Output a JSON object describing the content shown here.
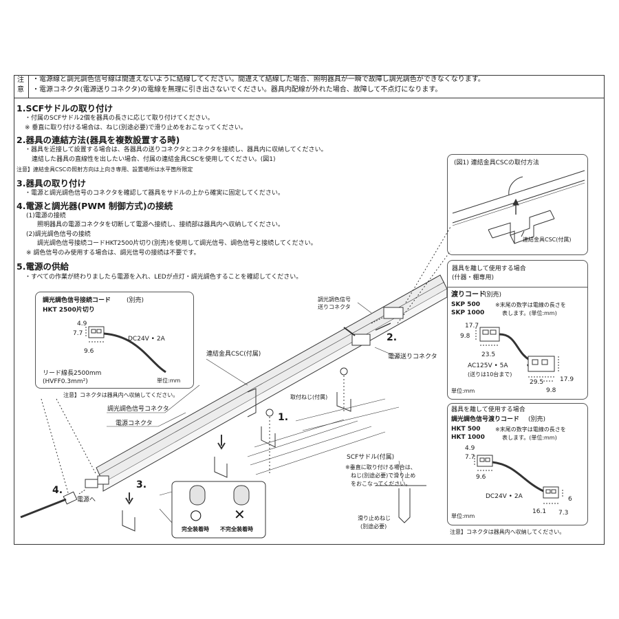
{
  "notes": {
    "label_top": "注",
    "label_bottom": "意",
    "line1": "・電源線と調光調色信号線は間違えないように結線してください。間違えて結線した場合、照明器具が一瞬で故障し調光調色ができなくなります。",
    "line2": "・電源コネクタ(電源送りコネクタ)の電線を無理に引き出さないでください。器具内配線が外れた場合、故障して不点灯になります。"
  },
  "sections": {
    "s1_title": "1.SCFサドルの取り付け",
    "s1_l1": "・付属のSCFサドル2個を器具の長さに応じて取り付けてください。",
    "s1_l2": "※ 垂直に取り付ける場合は、ねじ(別途必要)で滑り止めをおこなってください。",
    "s2_title": "2.器具の連結方法(器具を複数設置する時)",
    "s2_l1": "・器具を近接して設置する場合は、各器具の送りコネクタとコネクタを接続し、器具内に収納してください。",
    "s2_l2": "連結した器具の直線性を出したい場合、付属の連結金具CSCを使用してください。(図1)",
    "s2_note": "注意】連結金具CSCの照射方向は上向き専用、設置場所は水平箇所限定",
    "s3_title": "3.器具の取り付け",
    "s3_l1": "・電源と調光調色信号のコネクタを確認して器具をサドルの上から確実に固定してください。",
    "s4_title": "4.電源と調光器(PWM 制御方式)の接続",
    "s4_l1": "(1)電源の接続",
    "s4_l2": "照明器具の電源コネクタを切断して電源へ接続し、接続部は器具内へ収納してください。",
    "s4_l3": "(2)調光調色信号の接続",
    "s4_l4": "調光調色信号接続コードHKT2500片切り(別売)を使用して調光信号、調色信号と接続してください。",
    "s4_l5": "※ 調色信号のみ使用する場合は、調光信号の接続は不要です。",
    "s5_title": "5.電源の供給",
    "s5_l1": "・すべての作業が終わりましたら電源を入れ、LEDが点灯・調光調色することを確認してください。"
  },
  "fig1": {
    "title": "(図1) 連結金具CSCの取付方法",
    "part_label": "連結金具CSC(付属)"
  },
  "separate_box": {
    "title_l1": "器具を離して使用する場合",
    "title_l2": "(什器・棚専用)"
  },
  "watari": {
    "title": "渡りコード",
    "title_suffix": "(別売)",
    "model1": "SKP 500",
    "model2": "SKP 1000",
    "note_l1": "※末尾の数字は電線の長さを",
    "note_l2": "表します。(単位:mm)",
    "d_177": "17.7",
    "d_98a": "9.8",
    "d_235": "23.5",
    "rating_l1": "AC125V • 5A",
    "rating_l2": "(送りは10台まで)",
    "d_295": "29.5",
    "d_179": "17.9",
    "d_98b": "9.8",
    "unit": "単位:mm"
  },
  "signal_watari": {
    "title_l1": "器具を離して使用する場合",
    "title_l2": "調光調色信号渡りコード",
    "title_suffix": "(別売)",
    "model1": "HKT 500",
    "model2": "HKT 1000",
    "note_l1": "※末尾の数字は電線の長さを",
    "note_l2": "表します。(単位:mm)",
    "d_49": "4.9",
    "d_77": "7.7",
    "d_96": "9.6",
    "rating": "DC24V • 2A",
    "d_6": "6",
    "d_161": "16.1",
    "d_73": "7.3",
    "unit": "単位:mm",
    "note_bottom": "注意】コネクタは器具内へ収納してください。"
  },
  "hkt_box": {
    "title": "調光調色信号接続コード",
    "title_suffix": "(別売)",
    "model": "HKT 2500片切り",
    "d_49": "4.9",
    "d_77": "7.7",
    "d_96": "9.6",
    "rating": "DC24V • 2A",
    "lead_l1": "リード線長2500mm",
    "lead_l2": "(HVFF0.3mm²)",
    "unit": "単位:mm",
    "note": "注意】コネクタは器具内へ収納してください。"
  },
  "main_diagram": {
    "signal_send_l1": "調光調色信号",
    "signal_send_l2": "送りコネクタ",
    "power_send": "電源送りコネクタ",
    "csc_label": "連結金具CSC(付属)",
    "bracket_label": "取付ねじ(付属)",
    "signal_connector": "調光調色信号コネクタ",
    "power_connector": "電源コネクタ",
    "to_power": "電源へ",
    "scf_label": "SCFサドル(付属)",
    "vertical_l1": "※垂直に取り付ける場合は、",
    "vertical_l2": "ねじ(別途必要)で滑り止め",
    "vertical_l3": "をおこなってください。",
    "screw_l1": "滑り止めねじ",
    "screw_l2": "(別途必要)",
    "ok_mark": "○",
    "ng_mark": "✕",
    "ok_label": "完全装着時",
    "ng_label": "不完全装着時",
    "step1": "1.",
    "step2": "2.",
    "step3": "3.",
    "step4": "4."
  },
  "colors": {
    "line": "#333333",
    "fixture": "#ececec",
    "text": "#1a1a1a"
  }
}
